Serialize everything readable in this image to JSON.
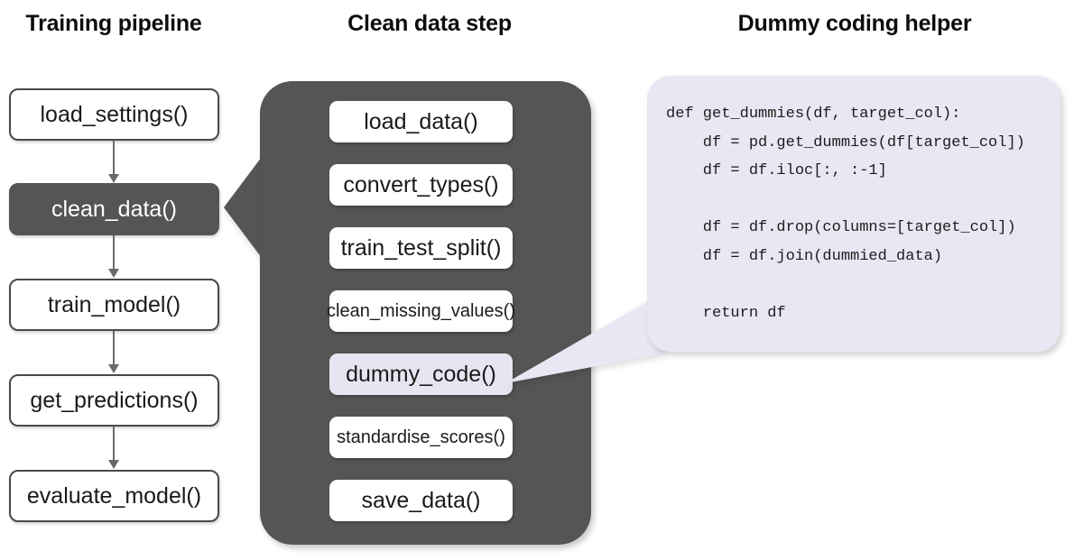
{
  "titles": {
    "pipeline": "Training pipeline",
    "clean": "Clean data step",
    "dummy": "Dummy coding helper"
  },
  "pipeline": {
    "steps": [
      {
        "label": "load_settings()",
        "active": false
      },
      {
        "label": "clean_data()",
        "active": true
      },
      {
        "label": "train_model()",
        "active": false
      },
      {
        "label": "get_predictions()",
        "active": false
      },
      {
        "label": "evaluate_model()",
        "active": false
      }
    ]
  },
  "clean_step": {
    "steps": [
      {
        "label": "load_data()",
        "highlight": false,
        "small": false
      },
      {
        "label": "convert_types()",
        "highlight": false,
        "small": false
      },
      {
        "label": "train_test_split()",
        "highlight": false,
        "small": false
      },
      {
        "label": "clean_missing_values()",
        "highlight": false,
        "small": true
      },
      {
        "label": "dummy_code()",
        "highlight": true,
        "small": false
      },
      {
        "label": "standardise_scores()",
        "highlight": false,
        "small": true
      },
      {
        "label": "save_data()",
        "highlight": false,
        "small": false
      }
    ]
  },
  "code": {
    "lines": [
      "def get_dummies(df, target_col):",
      "    df = pd.get_dummies(df[target_col])",
      "    df = df.iloc[:, :-1]",
      "",
      "    df = df.drop(columns=[target_col])",
      "    df = df.join(dummied_data)",
      "",
      "    return df"
    ],
    "text": "def get_dummies(df, target_col):\n    df = pd.get_dummies(df[target_col])\n    df = df.iloc[:, :-1]\n\n    df = df.drop(columns=[target_col])\n    df = df.join(dummied_data)\n\n    return df"
  },
  "colors": {
    "panel_dark": "#555555",
    "callout_bg": "#e8e8f4",
    "highlight_box": "#e6e6f2",
    "box_border": "#4a4a4a",
    "arrow": "#6a6a6a"
  }
}
